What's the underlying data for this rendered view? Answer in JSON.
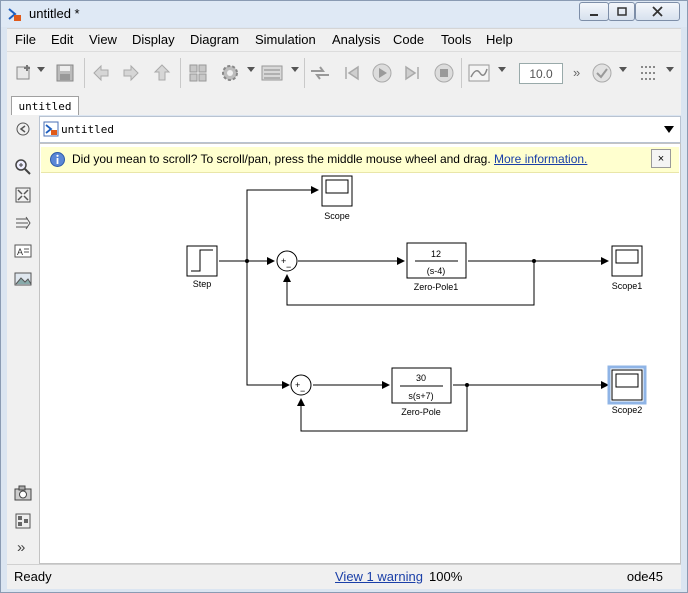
{
  "window": {
    "title": "untitled *"
  },
  "menu": [
    "File",
    "Edit",
    "View",
    "Display",
    "Diagram",
    "Simulation",
    "Analysis",
    "Code",
    "Tools",
    "Help"
  ],
  "toolbar": {
    "stop_time": "10.0",
    "more": "»"
  },
  "tab": {
    "label": "untitled"
  },
  "address": {
    "path": "untitled"
  },
  "notice": {
    "text": "Did you mean to scroll? To scroll/pan, press the middle mouse wheel and drag.",
    "link": "More information.",
    "close": "×"
  },
  "blocks": {
    "step": "Step",
    "scope": "Scope",
    "scope1": "Scope1",
    "scope2": "Scope2",
    "zp1_num": "12",
    "zp1_den": "(s-4)",
    "zp1_label": "Zero-Pole1",
    "zp_num": "30",
    "zp_den": "s(s+7)",
    "zp_label": "Zero-Pole",
    "sum_plus": "+",
    "sum_minus": "−"
  },
  "status": {
    "ready": "Ready",
    "warning": "View 1 warning",
    "zoom": "100%",
    "solver": "ode45"
  },
  "left_more": "»",
  "colors": {
    "accent": "#1a3fa8",
    "notice_bg": "#ffffcf",
    "selected_block": "#8fb4e6"
  }
}
